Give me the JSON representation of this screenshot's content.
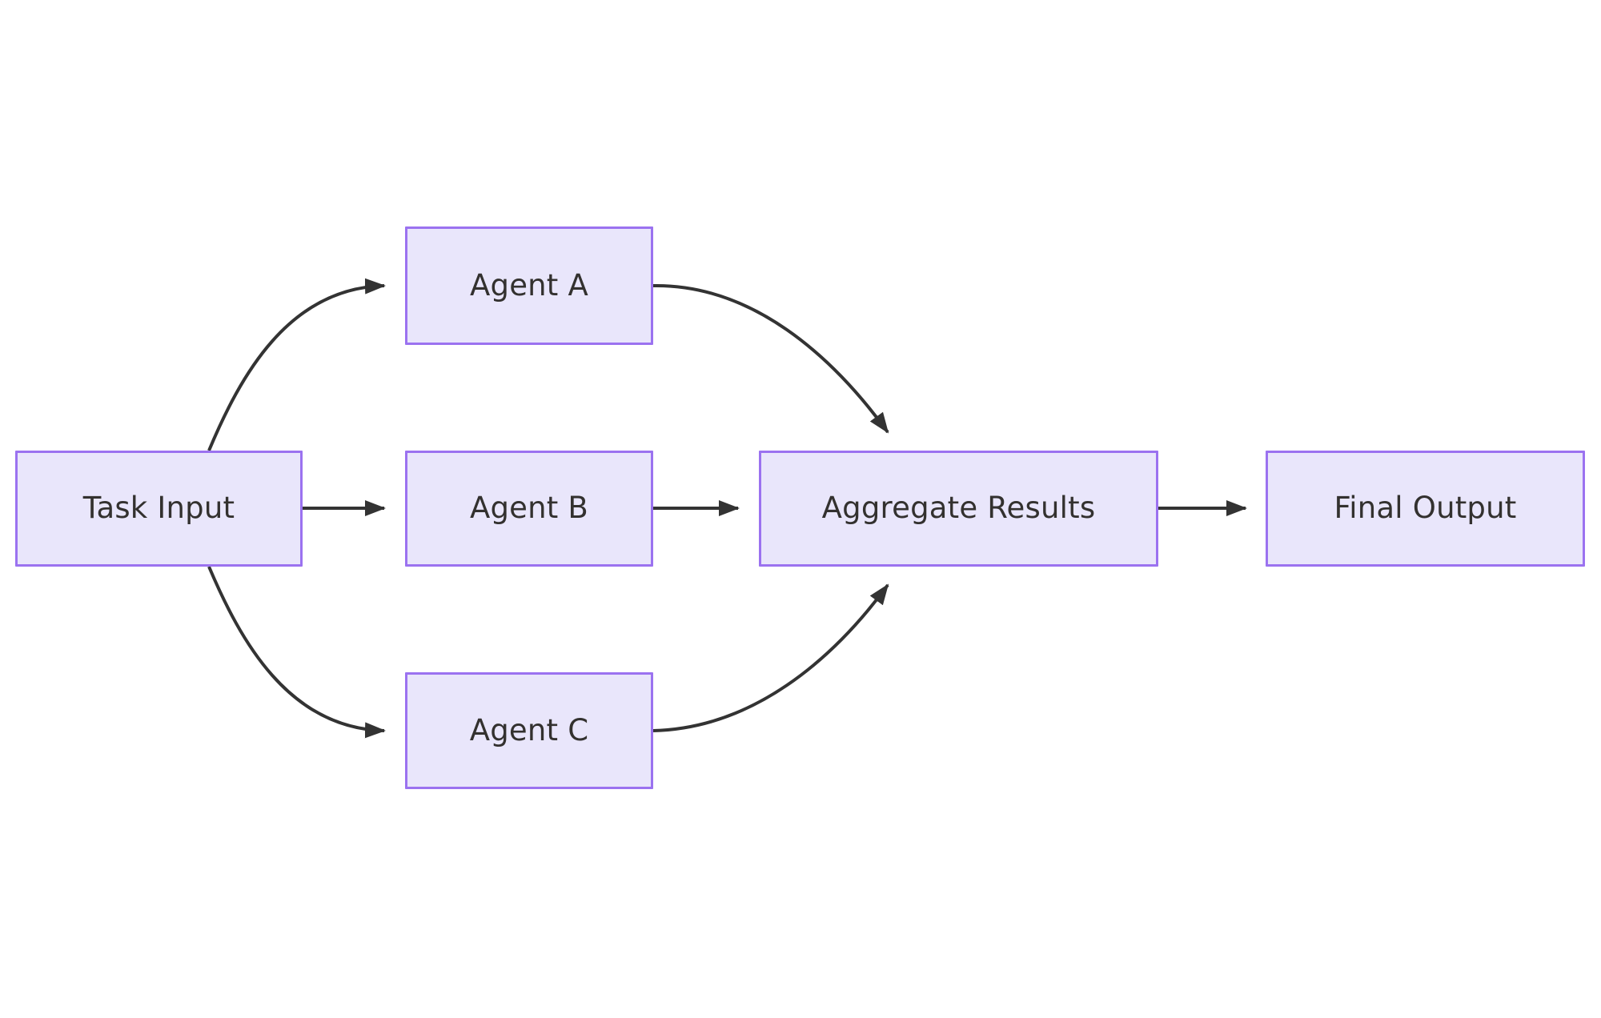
{
  "diagram": {
    "type": "flowchart",
    "orientation": "left-to-right",
    "background_color": "#ffffff",
    "node_fill_color": "#e9e6fb",
    "node_border_color": "#9b72f0",
    "node_text_color": "#33312f",
    "edge_color": "#333333",
    "nodes": [
      {
        "id": "task-input",
        "label": "Task Input"
      },
      {
        "id": "agent-a",
        "label": "Agent A"
      },
      {
        "id": "agent-b",
        "label": "Agent B"
      },
      {
        "id": "agent-c",
        "label": "Agent C"
      },
      {
        "id": "aggregate",
        "label": "Aggregate Results"
      },
      {
        "id": "final-output",
        "label": "Final Output"
      }
    ],
    "edges": [
      {
        "id": "e1",
        "from": "task-input",
        "to": "agent-a",
        "label": "",
        "style": "curved"
      },
      {
        "id": "e2",
        "from": "task-input",
        "to": "agent-b",
        "label": "",
        "style": "straight"
      },
      {
        "id": "e3",
        "from": "task-input",
        "to": "agent-c",
        "label": "",
        "style": "curved"
      },
      {
        "id": "e4",
        "from": "agent-a",
        "to": "aggregate",
        "label": "",
        "style": "curved"
      },
      {
        "id": "e5",
        "from": "agent-b",
        "to": "aggregate",
        "label": "",
        "style": "straight"
      },
      {
        "id": "e6",
        "from": "agent-c",
        "to": "aggregate",
        "label": "",
        "style": "curved"
      },
      {
        "id": "e7",
        "from": "aggregate",
        "to": "final-output",
        "label": "",
        "style": "straight"
      }
    ]
  }
}
